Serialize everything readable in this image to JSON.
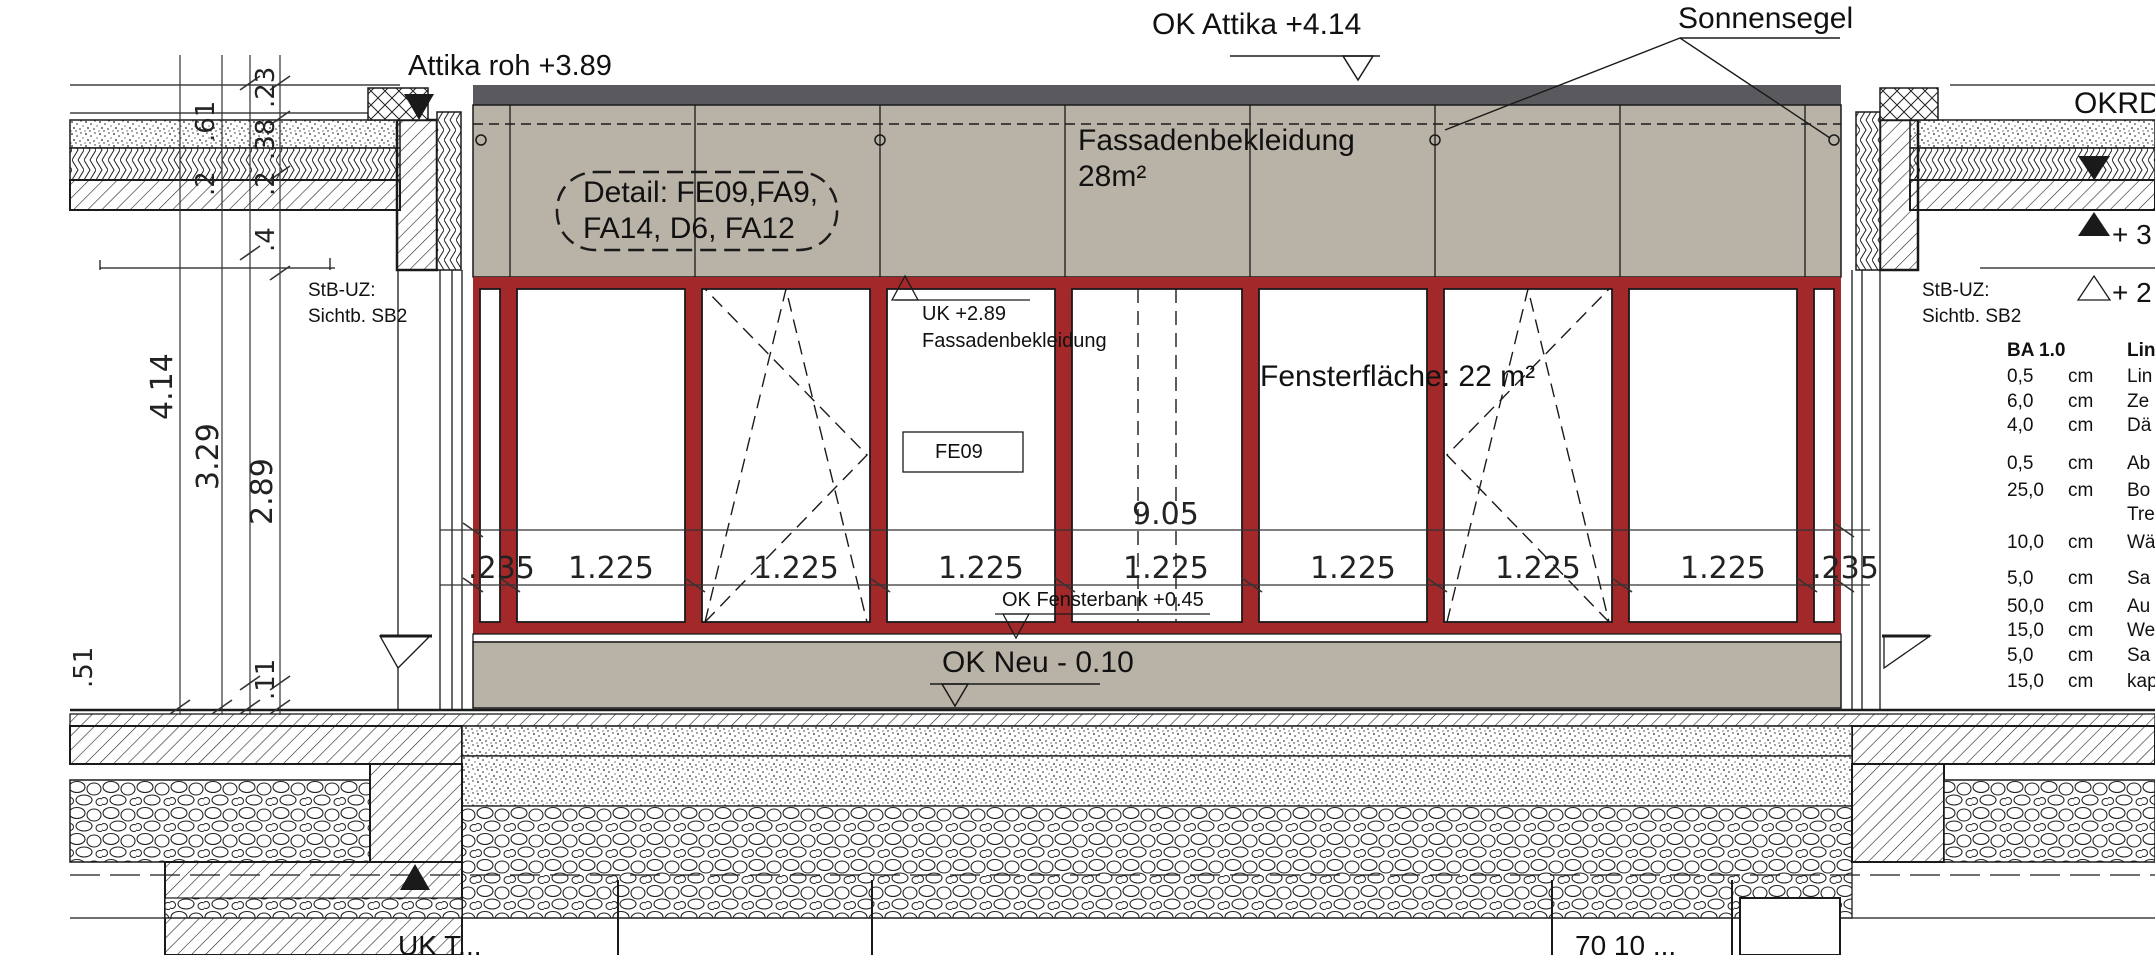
{
  "labels": {
    "ok_attika": "OK Attika +4.14",
    "sonnensegel": "Sonnensegel",
    "attika_roh": "Attika roh +3.89",
    "okrd": "OKRD",
    "fassade_title": "Fassadenbekleidung",
    "fassade_area": "28m²",
    "detail_line1": "Detail: FE09,FA9,",
    "detail_line2": "FA14, D6, FA12",
    "uk_level": "UK +2.89",
    "uk_label": "Fassadenbekleidung",
    "fensterflaeche": "Fensterfläche: 22 m²",
    "fe09": "FE09",
    "ok_fensterbank": "OK Fensterbank +0.45",
    "ok_neu": "OK Neu - 0.10",
    "stb_uz_left": "StB-UZ:",
    "sichtb_left": "Sichtb. SB2",
    "stb_uz_right": "StB-UZ:",
    "sichtb_right": "Sichtb. SB2",
    "right_level_1": "+ 3",
    "right_level_2": "+ 2",
    "bottom_left_partial": "UK T...",
    "bottom_right_partial": "70 10 ...",
    "left_cut_51": ".51"
  },
  "dimensions": {
    "total_width": "9.05",
    "end_span": ".235",
    "spans": [
      "1.225",
      "1.225",
      "1.225",
      "1.225",
      "1.225",
      "1.225",
      "1.225"
    ],
    "vertical": [
      ".61",
      ".23",
      ".2",
      ".38",
      ".2",
      ".4",
      "4.14",
      "3.29",
      "2.89",
      ".11"
    ]
  },
  "layer_table": {
    "header": [
      "BA 1.0",
      "Lin"
    ],
    "rows": [
      {
        "value": "0,5",
        "unit": "cm",
        "text": "Lin"
      },
      {
        "value": "6,0",
        "unit": "cm",
        "text": "Ze"
      },
      {
        "value": "4,0",
        "unit": "cm",
        "text": "Dä"
      },
      {
        "value": "0,5",
        "unit": "cm",
        "text": "Ab"
      },
      {
        "value": "25,0",
        "unit": "cm",
        "text": "Bo"
      },
      {
        "value": "",
        "unit": "",
        "text": "Tre"
      },
      {
        "value": "10,0",
        "unit": "cm",
        "text": "Wä"
      },
      {
        "value": "5,0",
        "unit": "cm",
        "text": "Sa"
      },
      {
        "value": "50,0",
        "unit": "cm",
        "text": "Au"
      },
      {
        "value": "15,0",
        "unit": "cm",
        "text": "We"
      },
      {
        "value": "5,0",
        "unit": "cm",
        "text": "Sa"
      },
      {
        "value": "15,0",
        "unit": "cm",
        "text": "kap"
      }
    ]
  },
  "colors": {
    "frame": "#a3282a",
    "cladding": "#b8b3a6",
    "roof_cap": "#5a5a5e",
    "line": "#1a1a1a"
  }
}
